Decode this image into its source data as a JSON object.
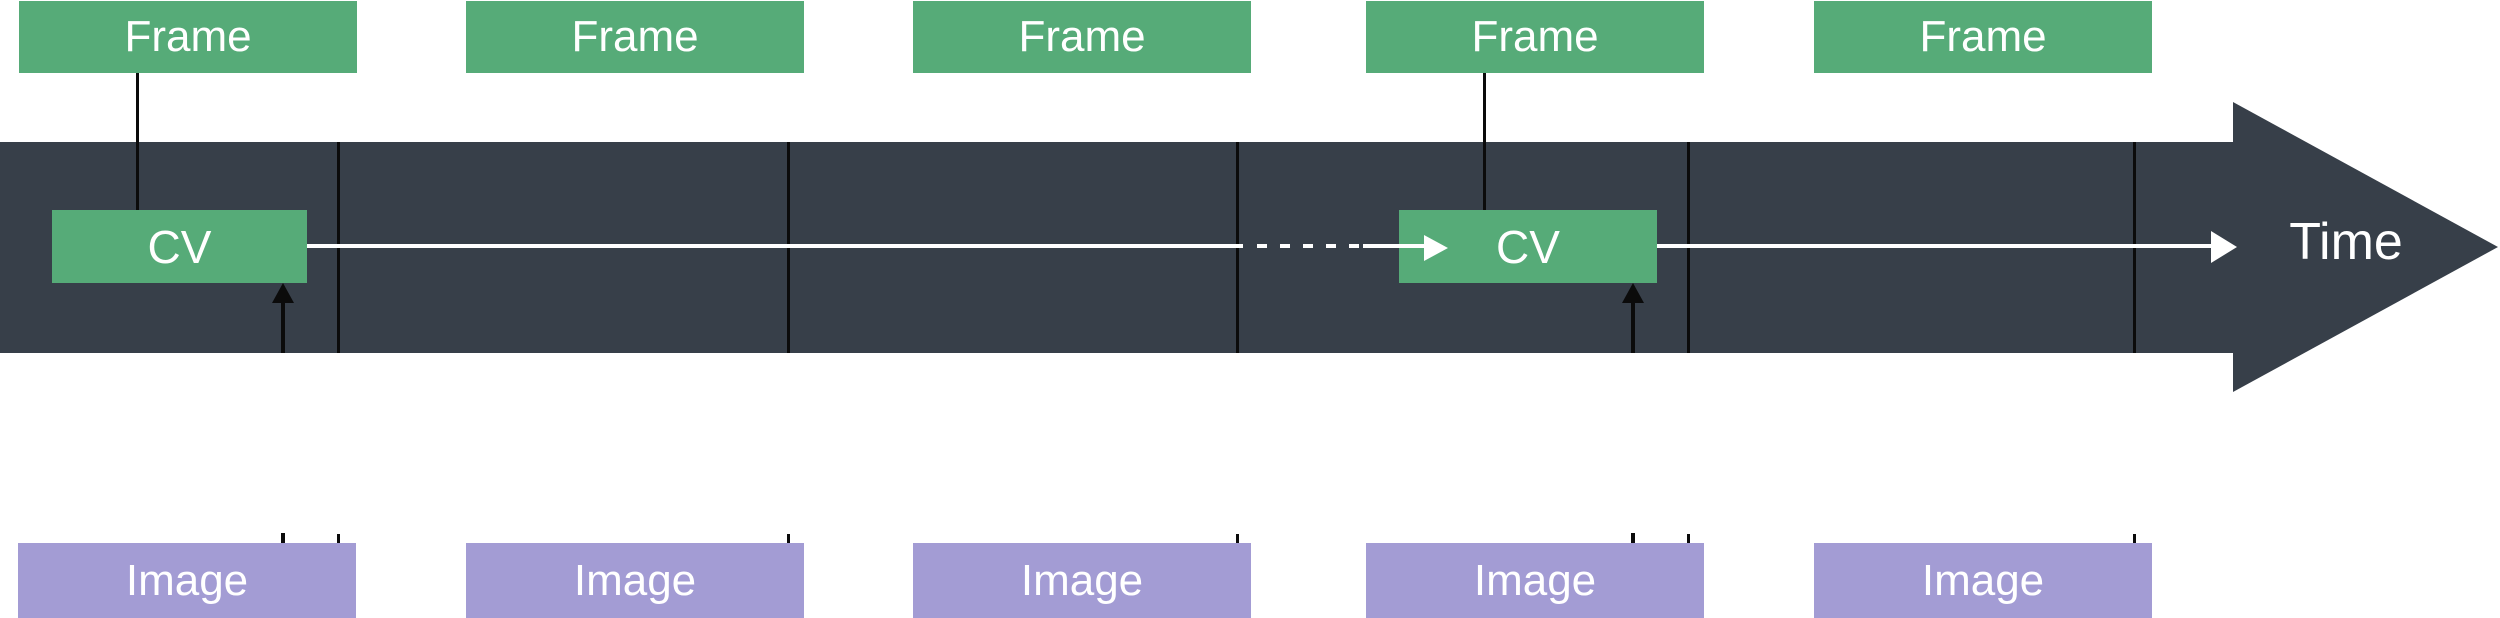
{
  "colors": {
    "green": "#56ab78",
    "band": "#373f49",
    "purple": "#a39cd4",
    "ink": "#0b0b0b",
    "white": "#ffffff"
  },
  "frames": [
    {
      "label": "Frame"
    },
    {
      "label": "Frame"
    },
    {
      "label": "Frame"
    },
    {
      "label": "Frame"
    },
    {
      "label": "Frame"
    }
  ],
  "cv_boxes": [
    {
      "label": "CV"
    },
    {
      "label": "CV"
    }
  ],
  "images": [
    {
      "label": "Image"
    },
    {
      "label": "Image"
    },
    {
      "label": "Image"
    },
    {
      "label": "Image"
    },
    {
      "label": "Image"
    }
  ],
  "timeline": {
    "time_label": "Time"
  }
}
